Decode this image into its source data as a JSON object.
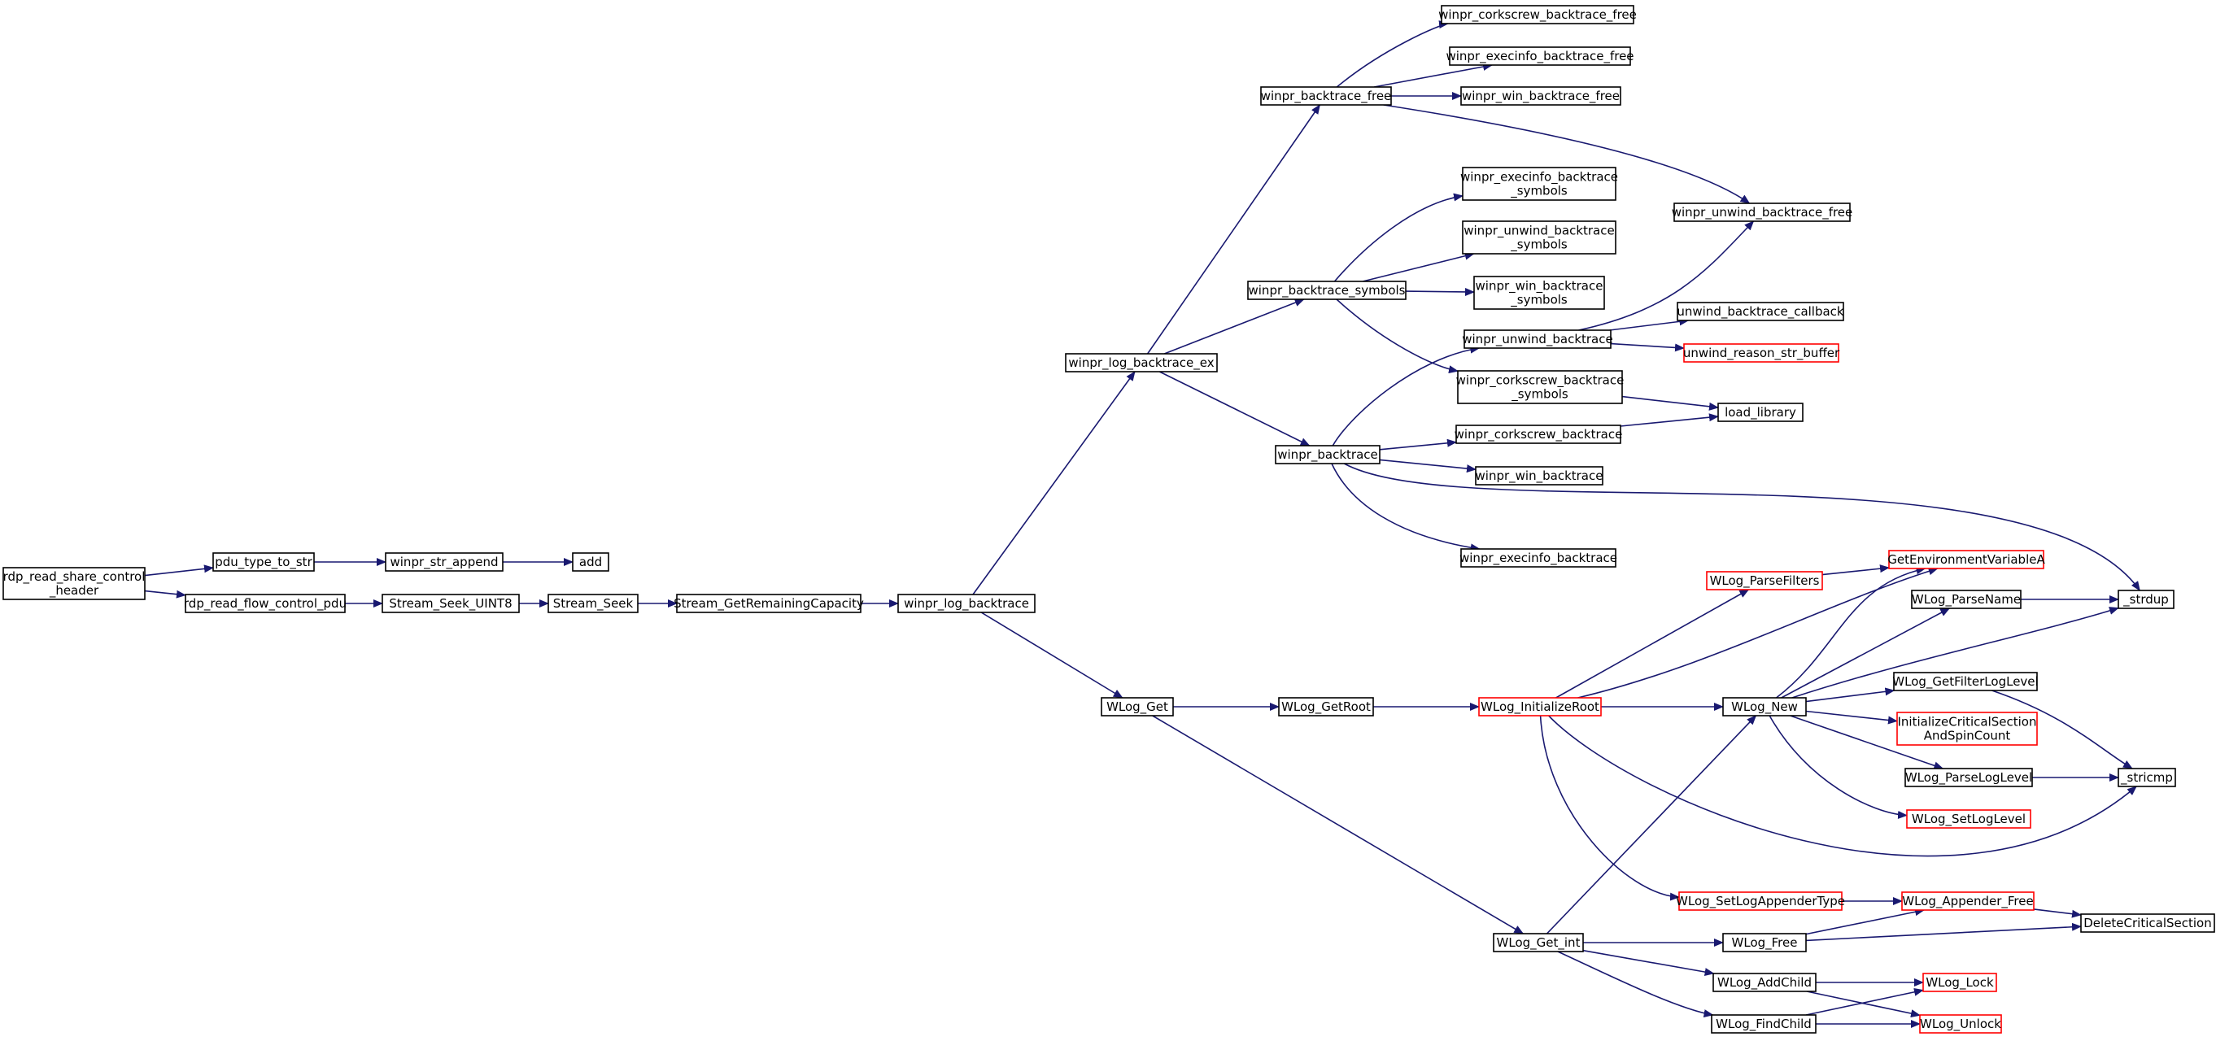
{
  "colors": {
    "edge": "#191970",
    "node_border": "#000000",
    "node_border_external": "#ff0000",
    "node_fill": "#ffffff",
    "current_fill": "#bfbfbf",
    "text": "#000000"
  },
  "graph": {
    "nodes": [
      {
        "id": "rdp_read_share_control_header",
        "lines": [
          "rdp_read_share_control",
          "_header"
        ],
        "style": "current"
      },
      {
        "id": "pdu_type_to_str",
        "lines": [
          "pdu_type_to_str"
        ],
        "style": "normal"
      },
      {
        "id": "winpr_str_append",
        "lines": [
          "winpr_str_append"
        ],
        "style": "normal"
      },
      {
        "id": "add",
        "lines": [
          "add"
        ],
        "style": "normal"
      },
      {
        "id": "rdp_read_flow_control_pdu",
        "lines": [
          "rdp_read_flow_control_pdu"
        ],
        "style": "normal"
      },
      {
        "id": "Stream_Seek_UINT8",
        "lines": [
          "Stream_Seek_UINT8"
        ],
        "style": "normal"
      },
      {
        "id": "Stream_Seek",
        "lines": [
          "Stream_Seek"
        ],
        "style": "normal"
      },
      {
        "id": "Stream_GetRemainingCapacity",
        "lines": [
          "Stream_GetRemainingCapacity"
        ],
        "style": "normal"
      },
      {
        "id": "winpr_log_backtrace",
        "lines": [
          "winpr_log_backtrace"
        ],
        "style": "normal"
      },
      {
        "id": "winpr_log_backtrace_ex",
        "lines": [
          "winpr_log_backtrace_ex"
        ],
        "style": "normal"
      },
      {
        "id": "winpr_backtrace_free",
        "lines": [
          "winpr_backtrace_free"
        ],
        "style": "normal"
      },
      {
        "id": "winpr_corkscrew_backtrace_free",
        "lines": [
          "winpr_corkscrew_backtrace_free"
        ],
        "style": "normal"
      },
      {
        "id": "winpr_execinfo_backtrace_free",
        "lines": [
          "winpr_execinfo_backtrace_free"
        ],
        "style": "normal"
      },
      {
        "id": "winpr_win_backtrace_free",
        "lines": [
          "winpr_win_backtrace_free"
        ],
        "style": "normal"
      },
      {
        "id": "winpr_unwind_backtrace_free",
        "lines": [
          "winpr_unwind_backtrace_free"
        ],
        "style": "normal"
      },
      {
        "id": "winpr_backtrace_symbols",
        "lines": [
          "winpr_backtrace_symbols"
        ],
        "style": "normal"
      },
      {
        "id": "winpr_execinfo_backtrace_symbols",
        "lines": [
          "winpr_execinfo_backtrace",
          "_symbols"
        ],
        "style": "normal"
      },
      {
        "id": "winpr_unwind_backtrace_symbols",
        "lines": [
          "winpr_unwind_backtrace",
          "_symbols"
        ],
        "style": "normal"
      },
      {
        "id": "winpr_win_backtrace_symbols",
        "lines": [
          "winpr_win_backtrace",
          "_symbols"
        ],
        "style": "normal"
      },
      {
        "id": "winpr_corkscrew_backtrace_symbols",
        "lines": [
          "winpr_corkscrew_backtrace",
          "_symbols"
        ],
        "style": "normal"
      },
      {
        "id": "winpr_unwind_backtrace",
        "lines": [
          "winpr_unwind_backtrace"
        ],
        "style": "normal"
      },
      {
        "id": "unwind_backtrace_callback",
        "lines": [
          "unwind_backtrace_callback"
        ],
        "style": "normal"
      },
      {
        "id": "unwind_reason_str_buffer",
        "lines": [
          "unwind_reason_str_buffer"
        ],
        "style": "external"
      },
      {
        "id": "winpr_backtrace",
        "lines": [
          "winpr_backtrace"
        ],
        "style": "normal"
      },
      {
        "id": "winpr_corkscrew_backtrace",
        "lines": [
          "winpr_corkscrew_backtrace"
        ],
        "style": "normal"
      },
      {
        "id": "load_library",
        "lines": [
          "load_library"
        ],
        "style": "normal"
      },
      {
        "id": "winpr_win_backtrace",
        "lines": [
          "winpr_win_backtrace"
        ],
        "style": "normal"
      },
      {
        "id": "winpr_execinfo_backtrace",
        "lines": [
          "winpr_execinfo_backtrace"
        ],
        "style": "normal"
      },
      {
        "id": "_strdup",
        "lines": [
          "_strdup"
        ],
        "style": "normal"
      },
      {
        "id": "WLog_Get",
        "lines": [
          "WLog_Get"
        ],
        "style": "normal"
      },
      {
        "id": "WLog_GetRoot",
        "lines": [
          "WLog_GetRoot"
        ],
        "style": "normal"
      },
      {
        "id": "WLog_InitializeRoot",
        "lines": [
          "WLog_InitializeRoot"
        ],
        "style": "external"
      },
      {
        "id": "WLog_ParseFilters",
        "lines": [
          "WLog_ParseFilters"
        ],
        "style": "external"
      },
      {
        "id": "GetEnvironmentVariableA",
        "lines": [
          "GetEnvironmentVariableA"
        ],
        "style": "external"
      },
      {
        "id": "WLog_New",
        "lines": [
          "WLog_New"
        ],
        "style": "normal"
      },
      {
        "id": "WLog_ParseName",
        "lines": [
          "WLog_ParseName"
        ],
        "style": "normal"
      },
      {
        "id": "WLog_GetFilterLogLevel",
        "lines": [
          "WLog_GetFilterLogLevel"
        ],
        "style": "normal"
      },
      {
        "id": "InitializeCriticalSectionAndSpinCount",
        "lines": [
          "InitializeCriticalSection",
          "AndSpinCount"
        ],
        "style": "external"
      },
      {
        "id": "WLog_ParseLogLevel",
        "lines": [
          "WLog_ParseLogLevel"
        ],
        "style": "normal"
      },
      {
        "id": "_stricmp",
        "lines": [
          "_stricmp"
        ],
        "style": "normal"
      },
      {
        "id": "WLog_SetLogLevel",
        "lines": [
          "WLog_SetLogLevel"
        ],
        "style": "external"
      },
      {
        "id": "WLog_SetLogAppenderType",
        "lines": [
          "WLog_SetLogAppenderType"
        ],
        "style": "external"
      },
      {
        "id": "WLog_Appender_Free",
        "lines": [
          "WLog_Appender_Free"
        ],
        "style": "external"
      },
      {
        "id": "DeleteCriticalSection",
        "lines": [
          "DeleteCriticalSection"
        ],
        "style": "normal"
      },
      {
        "id": "WLog_Get_int",
        "lines": [
          "WLog_Get_int"
        ],
        "style": "normal"
      },
      {
        "id": "WLog_Free",
        "lines": [
          "WLog_Free"
        ],
        "style": "normal"
      },
      {
        "id": "WLog_AddChild",
        "lines": [
          "WLog_AddChild"
        ],
        "style": "normal"
      },
      {
        "id": "WLog_FindChild",
        "lines": [
          "WLog_FindChild"
        ],
        "style": "normal"
      },
      {
        "id": "WLog_Lock",
        "lines": [
          "WLog_Lock"
        ],
        "style": "external"
      },
      {
        "id": "WLog_Unlock",
        "lines": [
          "WLog_Unlock"
        ],
        "style": "external"
      }
    ],
    "edges": [
      {
        "from": "rdp_read_share_control_header",
        "to": "pdu_type_to_str"
      },
      {
        "from": "rdp_read_share_control_header",
        "to": "rdp_read_flow_control_pdu"
      },
      {
        "from": "pdu_type_to_str",
        "to": "winpr_str_append"
      },
      {
        "from": "winpr_str_append",
        "to": "add"
      },
      {
        "from": "rdp_read_flow_control_pdu",
        "to": "Stream_Seek_UINT8"
      },
      {
        "from": "Stream_Seek_UINT8",
        "to": "Stream_Seek"
      },
      {
        "from": "Stream_Seek",
        "to": "Stream_GetRemainingCapacity"
      },
      {
        "from": "Stream_GetRemainingCapacity",
        "to": "winpr_log_backtrace"
      },
      {
        "from": "winpr_log_backtrace",
        "to": "winpr_log_backtrace_ex"
      },
      {
        "from": "winpr_log_backtrace",
        "to": "WLog_Get"
      },
      {
        "from": "winpr_log_backtrace_ex",
        "to": "winpr_backtrace_free"
      },
      {
        "from": "winpr_log_backtrace_ex",
        "to": "winpr_backtrace_symbols"
      },
      {
        "from": "winpr_log_backtrace_ex",
        "to": "winpr_backtrace"
      },
      {
        "from": "winpr_backtrace_free",
        "to": "winpr_corkscrew_backtrace_free"
      },
      {
        "from": "winpr_backtrace_free",
        "to": "winpr_execinfo_backtrace_free"
      },
      {
        "from": "winpr_backtrace_free",
        "to": "winpr_win_backtrace_free"
      },
      {
        "from": "winpr_backtrace_free",
        "to": "winpr_unwind_backtrace_free"
      },
      {
        "from": "winpr_backtrace_symbols",
        "to": "winpr_execinfo_backtrace_symbols"
      },
      {
        "from": "winpr_backtrace_symbols",
        "to": "winpr_unwind_backtrace_symbols"
      },
      {
        "from": "winpr_backtrace_symbols",
        "to": "winpr_win_backtrace_symbols"
      },
      {
        "from": "winpr_backtrace_symbols",
        "to": "winpr_corkscrew_backtrace_symbols"
      },
      {
        "from": "winpr_backtrace",
        "to": "winpr_unwind_backtrace"
      },
      {
        "from": "winpr_backtrace",
        "to": "winpr_corkscrew_backtrace"
      },
      {
        "from": "winpr_backtrace",
        "to": "winpr_win_backtrace"
      },
      {
        "from": "winpr_backtrace",
        "to": "winpr_execinfo_backtrace"
      },
      {
        "from": "winpr_backtrace",
        "to": "_strdup"
      },
      {
        "from": "winpr_unwind_backtrace",
        "to": "winpr_unwind_backtrace_free"
      },
      {
        "from": "winpr_unwind_backtrace",
        "to": "unwind_backtrace_callback"
      },
      {
        "from": "winpr_unwind_backtrace",
        "to": "unwind_reason_str_buffer"
      },
      {
        "from": "winpr_corkscrew_backtrace_symbols",
        "to": "load_library"
      },
      {
        "from": "winpr_corkscrew_backtrace",
        "to": "load_library"
      },
      {
        "from": "WLog_Get",
        "to": "WLog_GetRoot"
      },
      {
        "from": "WLog_Get",
        "to": "WLog_Get_int"
      },
      {
        "from": "WLog_GetRoot",
        "to": "WLog_InitializeRoot"
      },
      {
        "from": "WLog_InitializeRoot",
        "to": "WLog_ParseFilters"
      },
      {
        "from": "WLog_InitializeRoot",
        "to": "GetEnvironmentVariableA"
      },
      {
        "from": "WLog_InitializeRoot",
        "to": "WLog_New"
      },
      {
        "from": "WLog_InitializeRoot",
        "to": "WLog_SetLogAppenderType"
      },
      {
        "from": "WLog_InitializeRoot",
        "to": "_stricmp"
      },
      {
        "from": "WLog_ParseFilters",
        "to": "GetEnvironmentVariableA"
      },
      {
        "from": "WLog_New",
        "to": "GetEnvironmentVariableA"
      },
      {
        "from": "WLog_New",
        "to": "WLog_ParseName"
      },
      {
        "from": "WLog_New",
        "to": "_strdup"
      },
      {
        "from": "WLog_New",
        "to": "WLog_GetFilterLogLevel"
      },
      {
        "from": "WLog_New",
        "to": "InitializeCriticalSectionAndSpinCount"
      },
      {
        "from": "WLog_New",
        "to": "WLog_ParseLogLevel"
      },
      {
        "from": "WLog_New",
        "to": "WLog_SetLogLevel"
      },
      {
        "from": "WLog_ParseName",
        "to": "_strdup"
      },
      {
        "from": "WLog_GetFilterLogLevel",
        "to": "_stricmp"
      },
      {
        "from": "WLog_ParseLogLevel",
        "to": "_stricmp"
      },
      {
        "from": "WLog_SetLogAppenderType",
        "to": "WLog_Appender_Free"
      },
      {
        "from": "WLog_Appender_Free",
        "to": "DeleteCriticalSection"
      },
      {
        "from": "WLog_Get_int",
        "to": "WLog_New"
      },
      {
        "from": "WLog_Get_int",
        "to": "WLog_Free"
      },
      {
        "from": "WLog_Get_int",
        "to": "WLog_AddChild"
      },
      {
        "from": "WLog_Get_int",
        "to": "WLog_FindChild"
      },
      {
        "from": "WLog_Free",
        "to": "WLog_Appender_Free"
      },
      {
        "from": "WLog_Free",
        "to": "DeleteCriticalSection"
      },
      {
        "from": "WLog_AddChild",
        "to": "WLog_Lock"
      },
      {
        "from": "WLog_AddChild",
        "to": "WLog_Unlock"
      },
      {
        "from": "WLog_FindChild",
        "to": "WLog_Lock"
      },
      {
        "from": "WLog_FindChild",
        "to": "WLog_Unlock"
      }
    ]
  }
}
